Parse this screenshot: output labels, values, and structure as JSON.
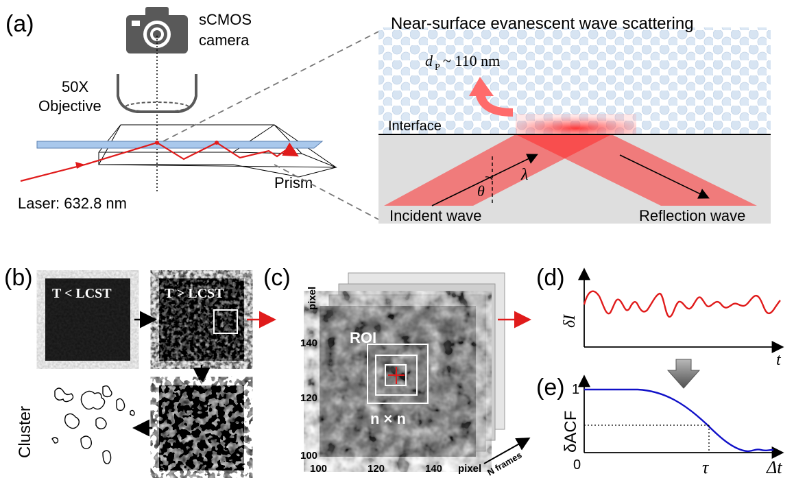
{
  "panels": {
    "a": {
      "label": "(a)",
      "camera_label_line1": "sCMOS",
      "camera_label_line2": "camera",
      "objective_line1": "50X",
      "objective_line2": "Objective",
      "prism_label": "Prism",
      "laser_label": "Laser: 632.8 nm",
      "inset_title": "Near-surface evanescent wave scattering",
      "particle_size": "d",
      "particle_size_sub": "P",
      "particle_size_value": " ~ 110 nm",
      "interface_label": "Interface",
      "wavelength_symbol": "λ",
      "angle_symbol": "θ",
      "incident_label": "Incident wave",
      "reflection_label": "Reflection wave"
    },
    "b": {
      "label": "(b)",
      "below_lcst": "T < LCST",
      "above_lcst": "T > LCST",
      "cluster_label": "Cluster"
    },
    "c": {
      "label": "(c)",
      "roi_label": "ROI",
      "n_by_n": "n × n",
      "y_axis_label": "pixel",
      "x_axis_label": "pixel",
      "frames_label": "N frames",
      "y_ticks": [
        "140",
        "120",
        "100"
      ],
      "x_ticks": [
        "100",
        "120",
        "140"
      ]
    },
    "d": {
      "label": "(d)",
      "y_label": "δI",
      "x_label": "t"
    },
    "e": {
      "label": "(e)",
      "y_label": "δACF",
      "x_label": "Δt",
      "y_tick_one": "1",
      "origin_label": "0",
      "tau_label": "τ"
    }
  },
  "colors": {
    "laser": "#e01b1b",
    "acf_curve": "#1010c8",
    "intensity_curve": "#e01b1b",
    "slide": "#a9c8ec",
    "substrate": "#dedede",
    "particles": "#d7e4f2",
    "camera": "#595959"
  }
}
